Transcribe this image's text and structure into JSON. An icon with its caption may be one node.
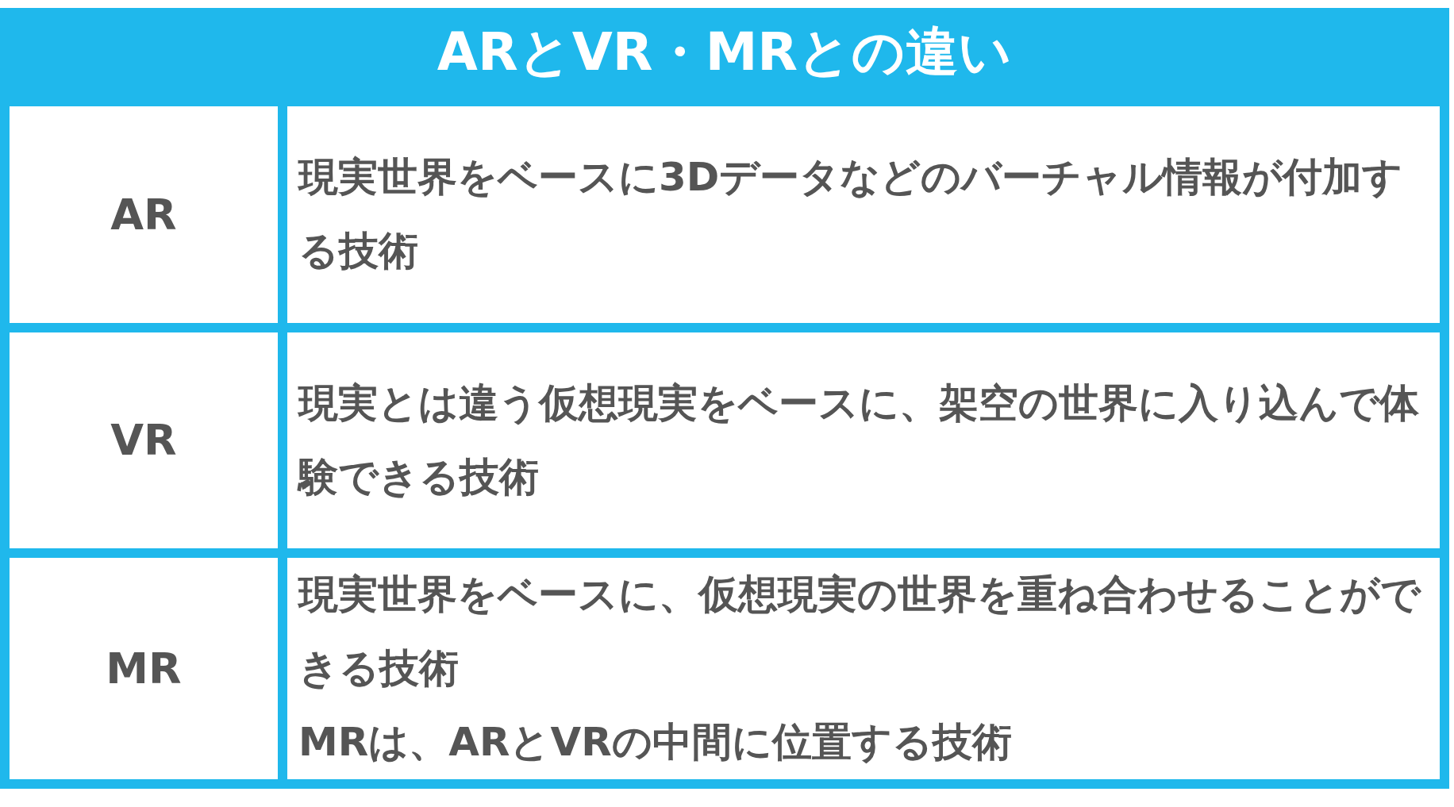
{
  "diagram": {
    "title": "ARとVR・MRとの違い",
    "labels": [
      "AR",
      "現実世界をベースに3Dデータなどのバーチャル情報が付加する技術",
      "VR",
      "現実とは違う仮想現実をベースに、架空の世界に入り込んで体験できる技術",
      "MR",
      "現実世界をベースに、仮想現実の世界を重ね合わせることができる技術",
      "MRは、ARとVRの中間に位置する技術"
    ]
  }
}
